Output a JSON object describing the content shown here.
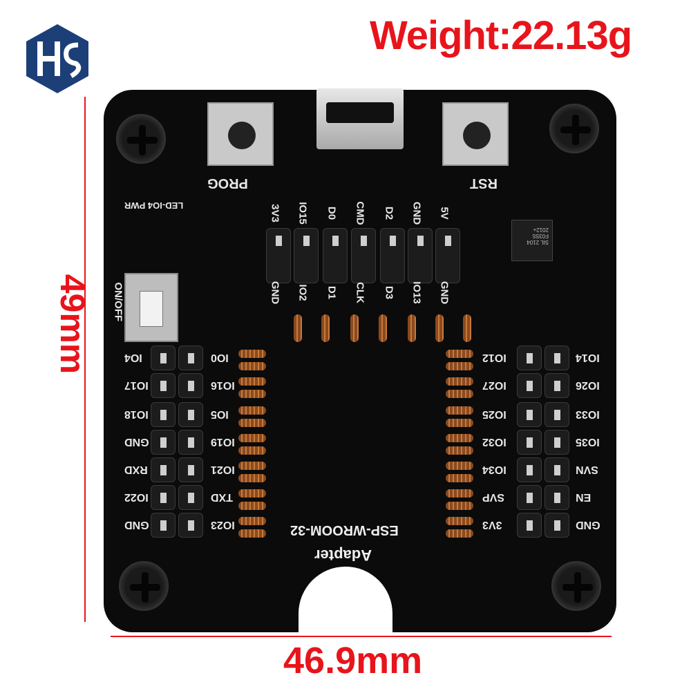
{
  "weight_label": "Weight:22.13g",
  "height_label": "49mm",
  "width_label": "46.9mm",
  "logo_text": "HS",
  "board": {
    "title": "Adapter",
    "module": "ESP-WROOM-32",
    "buttons": [
      "PROG",
      "RST"
    ],
    "switch_label": "ON/OFF",
    "led_label": "LED-IO4 PWR",
    "chip_text": "SIL 2104 F03S5 2012+",
    "top_header_top": [
      "3V3",
      "IO15",
      "D0",
      "CMD",
      "D2",
      "GND",
      "5V"
    ],
    "top_header_bottom": [
      "GND",
      "IO2",
      "D1",
      "CLK",
      "D3",
      "IO13",
      "GND"
    ],
    "left_outer": [
      "IO4",
      "IO17",
      "IO18",
      "GND",
      "RXD",
      "IO22",
      "GND"
    ],
    "left_inner": [
      "IO0",
      "IO16",
      "IO5",
      "IO19",
      "IO21",
      "TXD",
      "IO23"
    ],
    "right_inner": [
      "IO12",
      "IO27",
      "IO25",
      "IO32",
      "IO34",
      "SVP",
      "3V3"
    ],
    "right_outer": [
      "IO14",
      "IO26",
      "IO33",
      "IO35",
      "SVN",
      "EN",
      "GND"
    ]
  },
  "colors": {
    "annotation": "#e8141b",
    "pcb": "#0b0b0b"
  }
}
